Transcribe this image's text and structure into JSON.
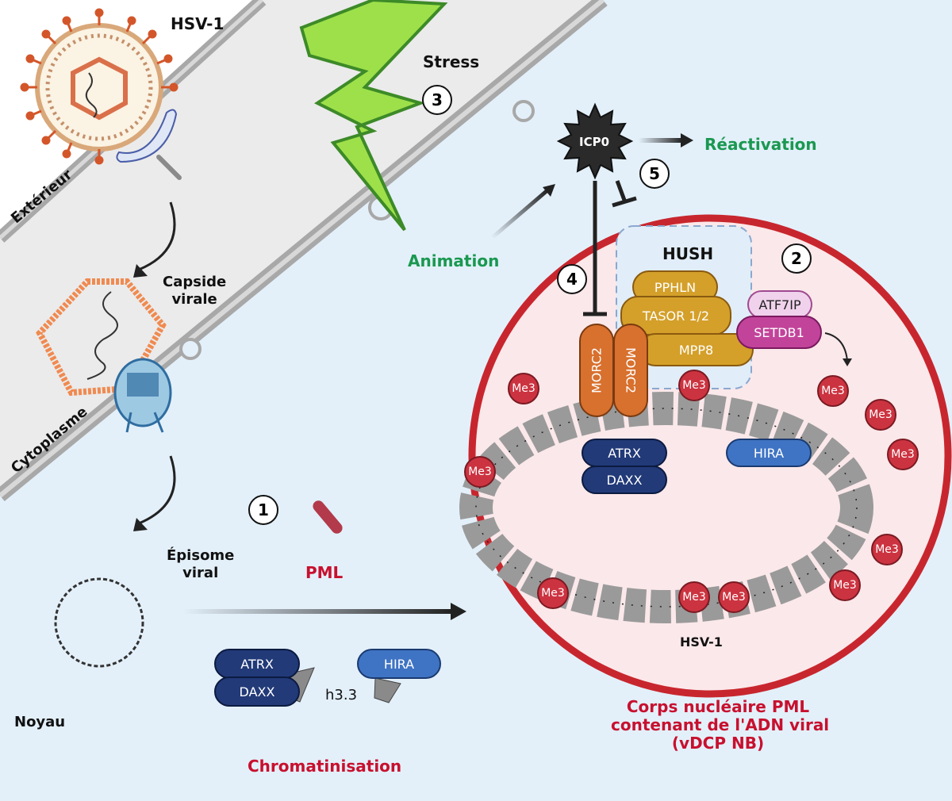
{
  "labels": {
    "hsv1_top": "HSV-1",
    "stress": "Stress",
    "exterieur": "Extérieur",
    "capside": "Capside\nvirale",
    "cytoplasme": "Cytoplasme",
    "episome": "Épisome\nviral",
    "pml": "PML",
    "noyau": "Noyau",
    "chromatinisation": "Chromatinisation",
    "animation": "Animation",
    "icp0": "ICP0",
    "reactivation": "Réactivation",
    "hush": "HUSH",
    "hsv1_body": "HSV-1",
    "pml_body": "Corps nucléaire PML\ncontenant de l'ADN viral\n(vDCP NB)",
    "h33": "h3.3"
  },
  "steps": [
    "1",
    "2",
    "3",
    "4",
    "5"
  ],
  "proteins": {
    "pphln": "PPHLN",
    "tasor": "TASOR 1/2",
    "mpp8": "MPP8",
    "atf7ip": "ATF7IP",
    "setdb1": "SETDB1",
    "morc2_a": "MORC2",
    "morc2_b": "MORC2",
    "atrx_nb": "ATRX",
    "daxx_nb": "DAXX",
    "hira_nb": "HIRA",
    "atrx_free": "ATRX",
    "daxx_free": "DAXX",
    "hira_free": "HIRA"
  },
  "me3_label": "Me3",
  "colors": {
    "hush": "#d4a02a",
    "setdb1": "#c2449a",
    "atf7ip": "#f0d2ec",
    "morc2": "#d8702e",
    "atrx_daxx": "#223a78",
    "hira": "#3f74c4",
    "pml_ring": "#c8262e",
    "green": "#1a9850",
    "red_text": "#c8102e"
  }
}
